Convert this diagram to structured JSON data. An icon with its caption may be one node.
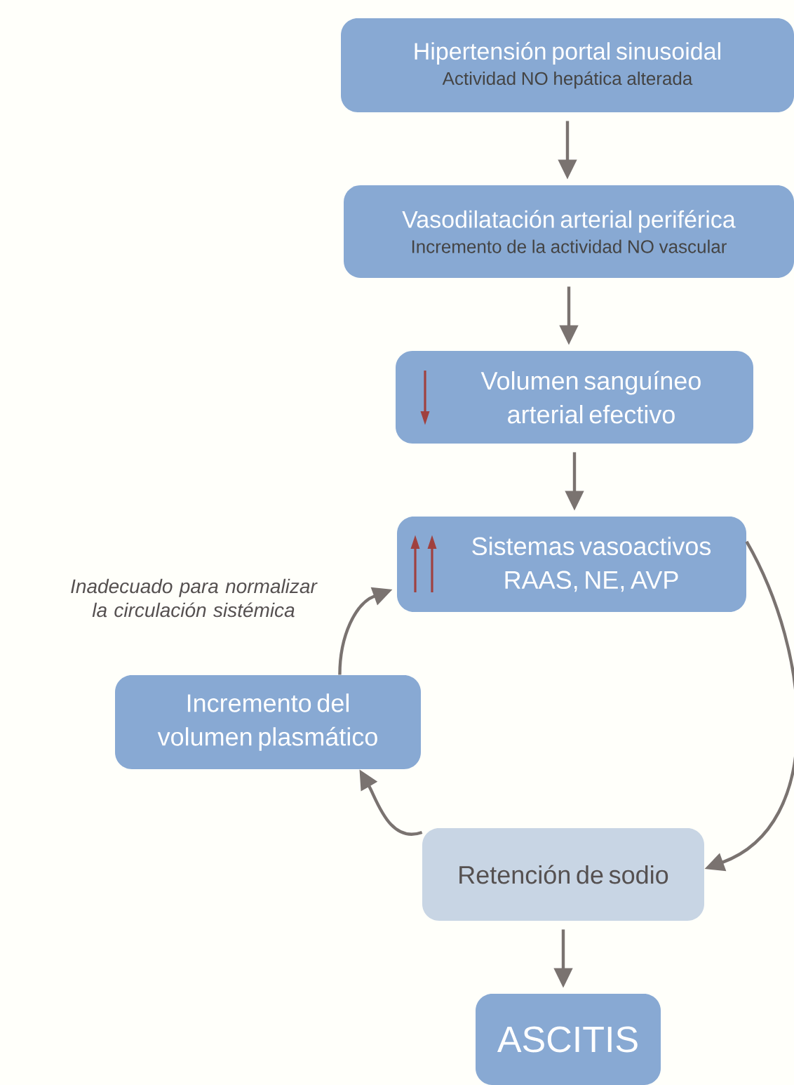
{
  "diagram": {
    "nodes": [
      {
        "text": [
          "Hipertensión portal sinusoidal",
          "Actividad NO hepática alterada"
        ]
      },
      {
        "text": [
          "Vasodilatación arterial periférica",
          "Incremento de la actividad NO vascular"
        ]
      },
      {
        "text": [
          "Volumen sanguíneo arterial efectivo"
        ]
      },
      {
        "text": [
          "Sistemas vasoactivos RAAS, NE, AVP"
        ]
      },
      {
        "text": [
          "Incremento del volumen plasmático"
        ]
      },
      {
        "text": [
          "Retención de sodio"
        ]
      },
      {
        "text": [
          "ASCITIS"
        ]
      }
    ],
    "edges": [
      {
        "from": 0,
        "to": 1,
        "arrow": "to"
      },
      {
        "from": 1,
        "to": 2,
        "arrow": "to"
      },
      {
        "from": 2,
        "to": 3,
        "arrow": "to"
      },
      {
        "from": 3,
        "to": 5,
        "arrow": "to"
      },
      {
        "from": 5,
        "to": 4,
        "arrow": "to"
      },
      {
        "from": 4,
        "to": 3,
        "arrow": "to",
        "label": "Inadecuado para normalizar la circulación sistémica"
      },
      {
        "from": 5,
        "to": 6,
        "arrow": "to"
      }
    ]
  }
}
